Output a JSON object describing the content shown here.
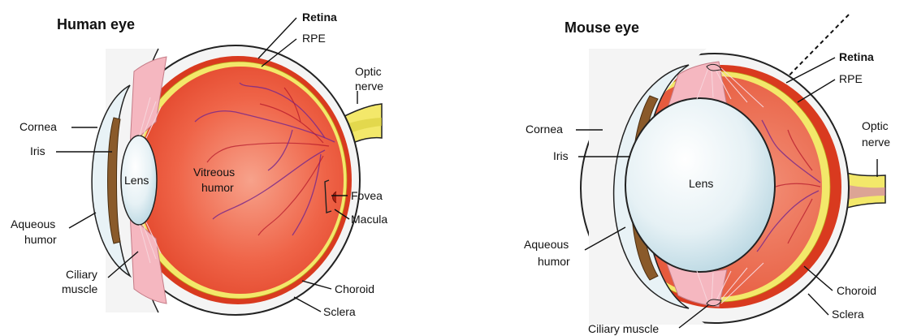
{
  "human_eye": {
    "title": "Human eye",
    "labels": {
      "retina": "Retina",
      "rpe": "RPE",
      "optic_nerve_1": "Optic",
      "optic_nerve_2": "nerve",
      "cornea": "Cornea",
      "iris": "Iris",
      "lens": "Lens",
      "vitreous_1": "Vitreous",
      "vitreous_2": "humor",
      "fovea": "Fovea",
      "macula": "Macula",
      "aqueous_1": "Aqueous",
      "aqueous_2": "humor",
      "ciliary_1": "Ciliary",
      "ciliary_2": "muscle",
      "choroid": "Choroid",
      "sclera": "Sclera"
    }
  },
  "mouse_eye": {
    "title": "Mouse eye",
    "labels": {
      "retina": "Retina",
      "rpe": "RPE",
      "optic_nerve_1": "Optic",
      "optic_nerve_2": "nerve",
      "cornea": "Cornea",
      "iris": "Iris",
      "lens": "Lens",
      "aqueous_1": "Aqueous",
      "aqueous_2": "humor",
      "ciliary": "Ciliary muscle",
      "choroid": "Choroid",
      "sclera": "Sclera"
    }
  },
  "colors": {
    "sclera": "#f4f4f4",
    "choroid": "#d93a1f",
    "rpe": "#f3e86a",
    "vitreous": "#f06a4e",
    "lens": "#d7ecf4",
    "iris": "#8a5a2a",
    "ciliary": "#f5b7c0",
    "vessel": "#7b2a8a"
  }
}
